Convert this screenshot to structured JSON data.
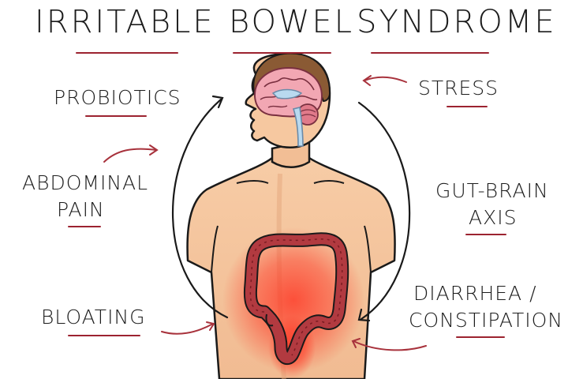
{
  "title": {
    "word1": "Irritable",
    "word2": "Bowel",
    "word3": "Syndrome"
  },
  "labels": {
    "probiotics": "Probiotics",
    "abdominal_pain_line1": "Abdominal",
    "abdominal_pain_line2": "Pain",
    "bloating": "Bloating",
    "stress": "Stress",
    "gut_brain_line1": "Gut-Brain",
    "gut_brain_line2": "Axis",
    "diarrhea_line1": "Diarrhea /",
    "diarrhea_line2": "Constipation"
  },
  "colors": {
    "underline": "#9c2330",
    "skin": "#f6c8a0",
    "skin_shadow": "#e9ad84",
    "hair": "#8a5a34",
    "brain": "#f2a7b3",
    "colon": "#b23a40",
    "glow": "#ff1a1a",
    "ink": "#1a1a1a",
    "arrow_red": "#a8323c"
  }
}
